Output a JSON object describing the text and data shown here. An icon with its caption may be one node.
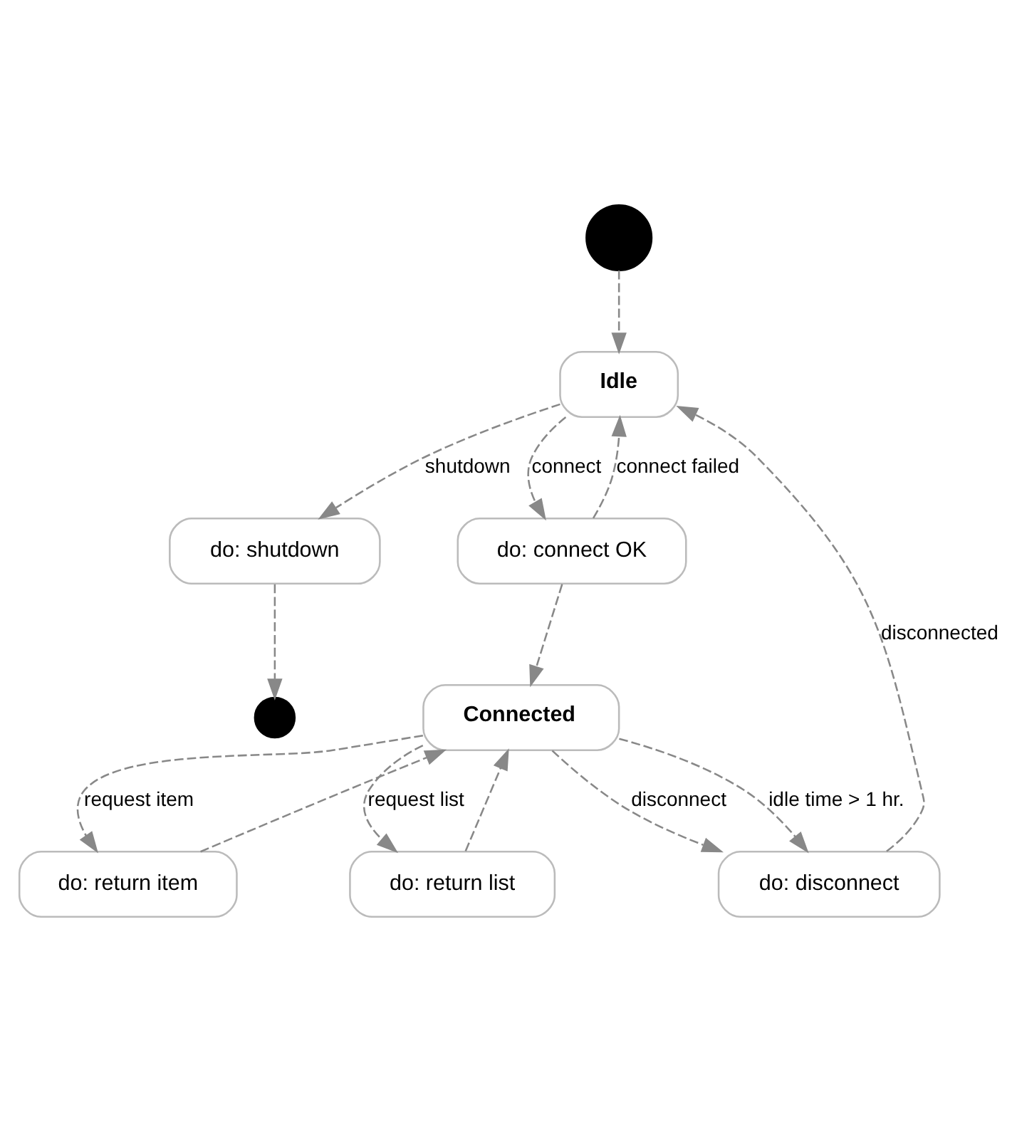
{
  "diagram": {
    "nodes": [
      {
        "text": [],
        "shape": "circle"
      },
      {
        "text": [],
        "shape": "circle"
      },
      {
        "text": [
          "Idle"
        ]
      },
      {
        "text": [
          "do: shutdown"
        ]
      },
      {
        "text": [
          "do: connect OK"
        ]
      },
      {
        "text": [
          "do: disconnect"
        ]
      },
      {
        "text": [
          "Connected"
        ]
      },
      {
        "text": [
          "do: return item"
        ]
      },
      {
        "text": [
          "do: return list"
        ]
      }
    ],
    "edges": [
      {
        "from": 0,
        "to": 2,
        "arrow": "to"
      },
      {
        "from": 2,
        "to": 3,
        "label": "shutdown",
        "arrow": "to"
      },
      {
        "from": 3,
        "to": 1,
        "arrow": "to"
      },
      {
        "from": 2,
        "to": 4,
        "label": "connect",
        "arrow": "to"
      },
      {
        "from": 4,
        "to": 2,
        "label": "connect failed",
        "arrow": "to"
      },
      {
        "from": 5,
        "to": 2,
        "label": "disconnected",
        "arrow": "to"
      },
      {
        "from": 6,
        "to": 5,
        "label": "idle time > 1 hr.",
        "arrow": "to"
      },
      {
        "from": 6,
        "to": 5,
        "label": "disconnect",
        "arrow": "to"
      },
      {
        "from": 4,
        "to": 6,
        "arrow": "to"
      },
      {
        "from": 6,
        "to": 7,
        "label": "request item",
        "arrow": "to"
      },
      {
        "from": 7,
        "to": 6,
        "arrow": "to"
      },
      {
        "from": 6,
        "to": 8,
        "label": "request list",
        "arrow": "to"
      },
      {
        "from": 8,
        "to": 6,
        "arrow": "to"
      }
    ]
  }
}
